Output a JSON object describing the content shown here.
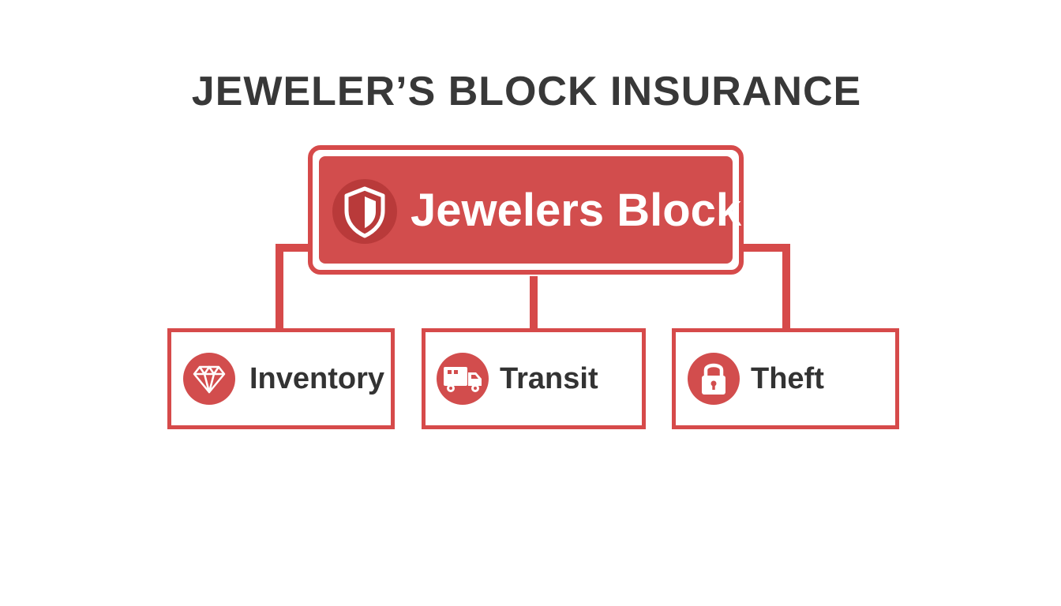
{
  "title": "JEWELER’S BLOCK INSURANCE",
  "root": {
    "label": "Jewelers Block",
    "icon": "shield-icon"
  },
  "children": [
    {
      "label": "Inventory",
      "icon": "diamond-icon"
    },
    {
      "label": "Transit",
      "icon": "truck-icon"
    },
    {
      "label": "Theft",
      "icon": "padlock-icon"
    }
  ],
  "colors": {
    "accent": "#d64a4a",
    "accent_fill": "#d24d4d",
    "text_dark": "#383838",
    "background": "#ffffff"
  }
}
